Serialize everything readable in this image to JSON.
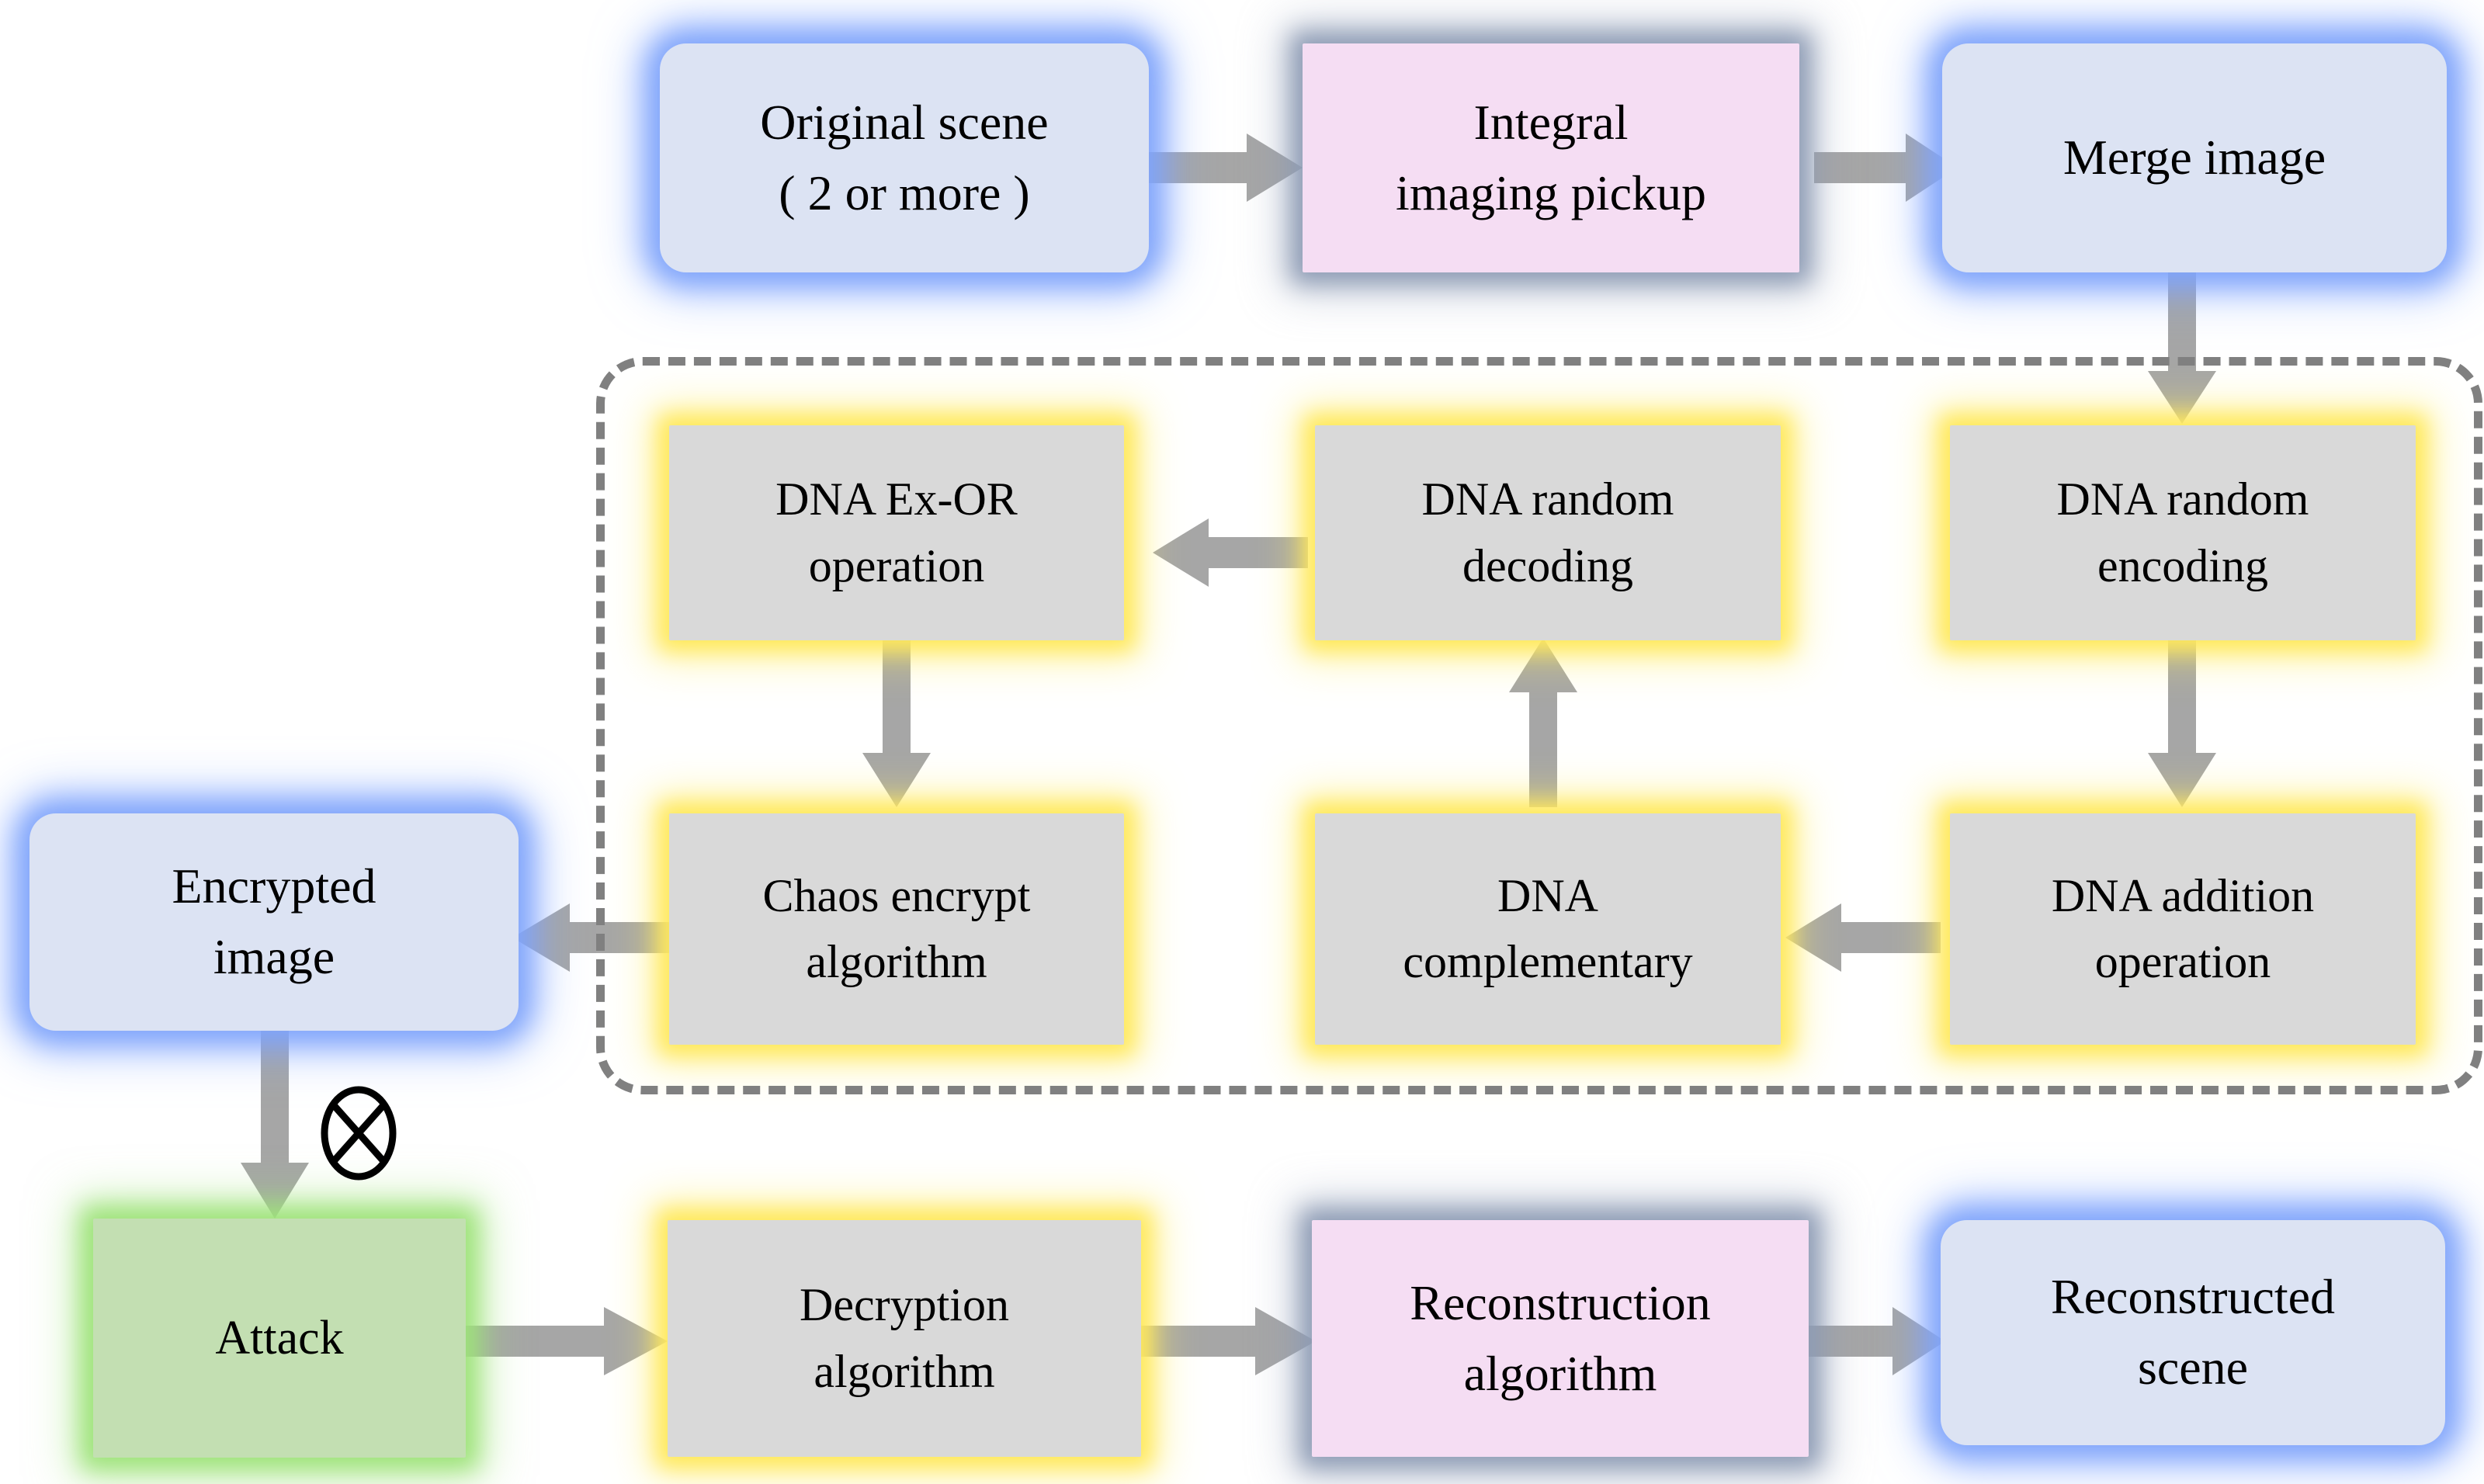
{
  "diagram": {
    "title": "Integral imaging DNA chaos encryption and reconstruction flowchart",
    "colors": {
      "blue_fill": "#dce3f3",
      "blue_glow": "#7fa4fb",
      "pink_fill": "#f5ddf3",
      "pink_glow": "#8e9cb5",
      "grey_fill": "#d9d9d9",
      "grey_glow": "#ffe95c",
      "green_fill": "#c3dfb2",
      "green_glow": "#9ee37a",
      "arrow": "#a6a6a6",
      "dashed_border": "#808080",
      "text": "#000000"
    },
    "nodes": {
      "original_scene": "Original scene\n( 2 or more )",
      "integral_imaging_pickup": "Integral\nimaging pickup",
      "merge_image": "Merge image",
      "dna_random_encoding": "DNA random\nencoding",
      "dna_addition_operation": "DNA addition\noperation",
      "dna_complementary": "DNA\ncomplementary",
      "dna_random_decoding": "DNA random\ndecoding",
      "dna_ex_or_operation": "DNA Ex-OR\noperation",
      "chaos_encrypt_algorithm": "Chaos encrypt\nalgorithm",
      "encrypted_image": "Encrypted\nimage",
      "attack": "Attack",
      "decryption_algorithm": "Decryption\nalgorithm",
      "reconstruction_algorithm": "Reconstruction\nalgorithm",
      "reconstructed_scene": "Reconstructed\nscene"
    },
    "symbols": {
      "attack_operator": "⊗"
    },
    "edges": [
      {
        "from": "original_scene",
        "to": "integral_imaging_pickup",
        "direction": "right"
      },
      {
        "from": "integral_imaging_pickup",
        "to": "merge_image",
        "direction": "right"
      },
      {
        "from": "merge_image",
        "to": "dna_random_encoding",
        "direction": "down"
      },
      {
        "from": "dna_random_encoding",
        "to": "dna_addition_operation",
        "direction": "down"
      },
      {
        "from": "dna_addition_operation",
        "to": "dna_complementary",
        "direction": "left"
      },
      {
        "from": "dna_complementary",
        "to": "dna_random_decoding",
        "direction": "up"
      },
      {
        "from": "dna_random_decoding",
        "to": "dna_ex_or_operation",
        "direction": "left"
      },
      {
        "from": "dna_ex_or_operation",
        "to": "chaos_encrypt_algorithm",
        "direction": "down"
      },
      {
        "from": "chaos_encrypt_algorithm",
        "to": "encrypted_image",
        "direction": "left"
      },
      {
        "from": "encrypted_image",
        "to": "attack",
        "direction": "down"
      },
      {
        "from": "attack",
        "to": "decryption_algorithm",
        "direction": "right"
      },
      {
        "from": "decryption_algorithm",
        "to": "reconstruction_algorithm",
        "direction": "right"
      },
      {
        "from": "reconstruction_algorithm",
        "to": "reconstructed_scene",
        "direction": "right"
      }
    ],
    "groups": [
      {
        "name": "encryption-stage",
        "style": "dashed-rounded-rectangle",
        "members": [
          "dna_random_encoding",
          "dna_addition_operation",
          "dna_complementary",
          "dna_random_decoding",
          "dna_ex_or_operation",
          "chaos_encrypt_algorithm"
        ]
      }
    ]
  }
}
